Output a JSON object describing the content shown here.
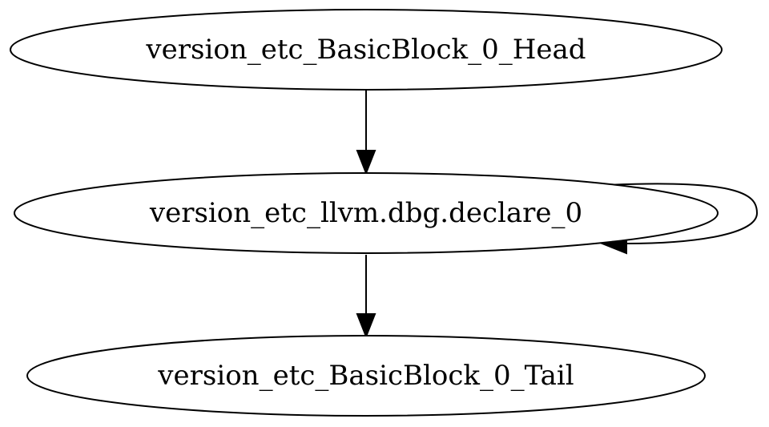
{
  "graph": {
    "nodes": [
      {
        "id": "head",
        "label": "version_etc_BasicBlock_0_Head"
      },
      {
        "id": "declare",
        "label": "version_etc_llvm.dbg.declare_0"
      },
      {
        "id": "tail",
        "label": "version_etc_BasicBlock_0_Tail"
      }
    ],
    "edges": [
      {
        "from": "head",
        "to": "declare"
      },
      {
        "from": "declare",
        "to": "declare"
      },
      {
        "from": "declare",
        "to": "tail"
      }
    ]
  }
}
